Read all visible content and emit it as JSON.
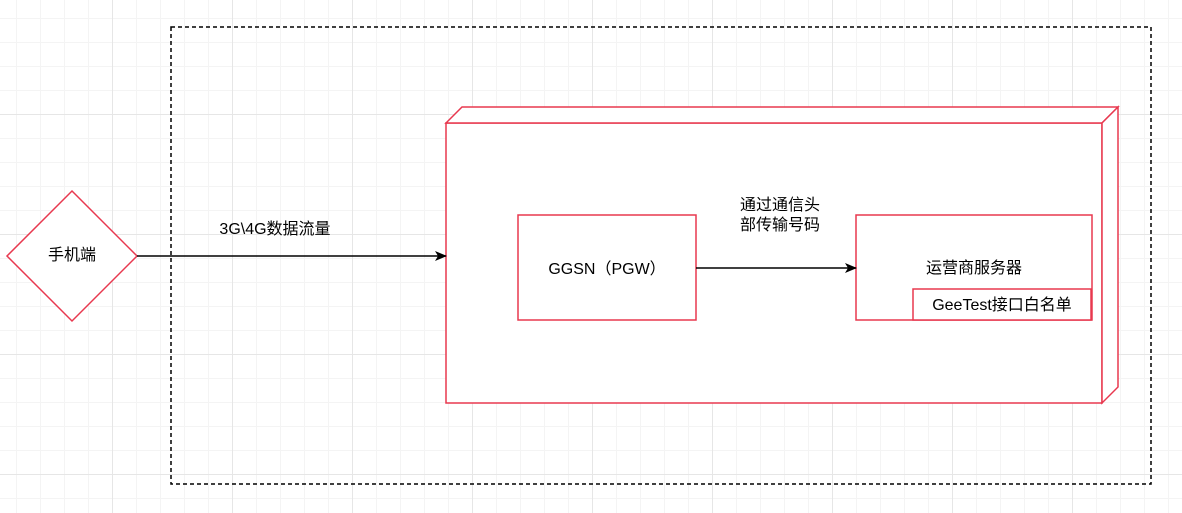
{
  "nodes": {
    "phone": {
      "label": "手机端"
    },
    "ggsn": {
      "label": "GGSN（PGW）"
    },
    "operator_server": {
      "label": "运营商服务器"
    },
    "geetest_whitelist": {
      "label": "GeeTest接口白名单"
    }
  },
  "edges": {
    "phone_to_network": {
      "label": "3G\\4G数据流量"
    },
    "ggsn_to_operator": {
      "label": "通过通信头部传输号码"
    }
  },
  "colors": {
    "node_stroke": "#e8384f",
    "edge_stroke": "#000000",
    "boundary_stroke": "#000000",
    "grid_major": "#e6e6e6",
    "grid_minor": "#f4f4f4"
  }
}
